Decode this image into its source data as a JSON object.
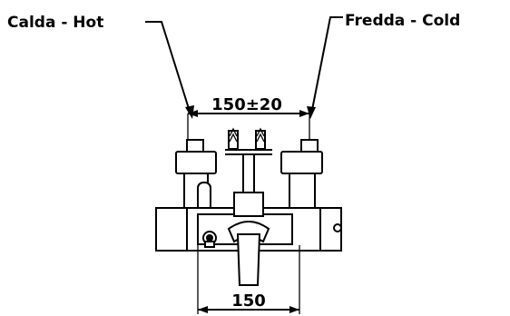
{
  "labels": {
    "hot": "Calda - Hot",
    "cold": "Fredda - Cold"
  },
  "dimensions": {
    "inlet_spacing": "150±20",
    "body_width": "150"
  }
}
